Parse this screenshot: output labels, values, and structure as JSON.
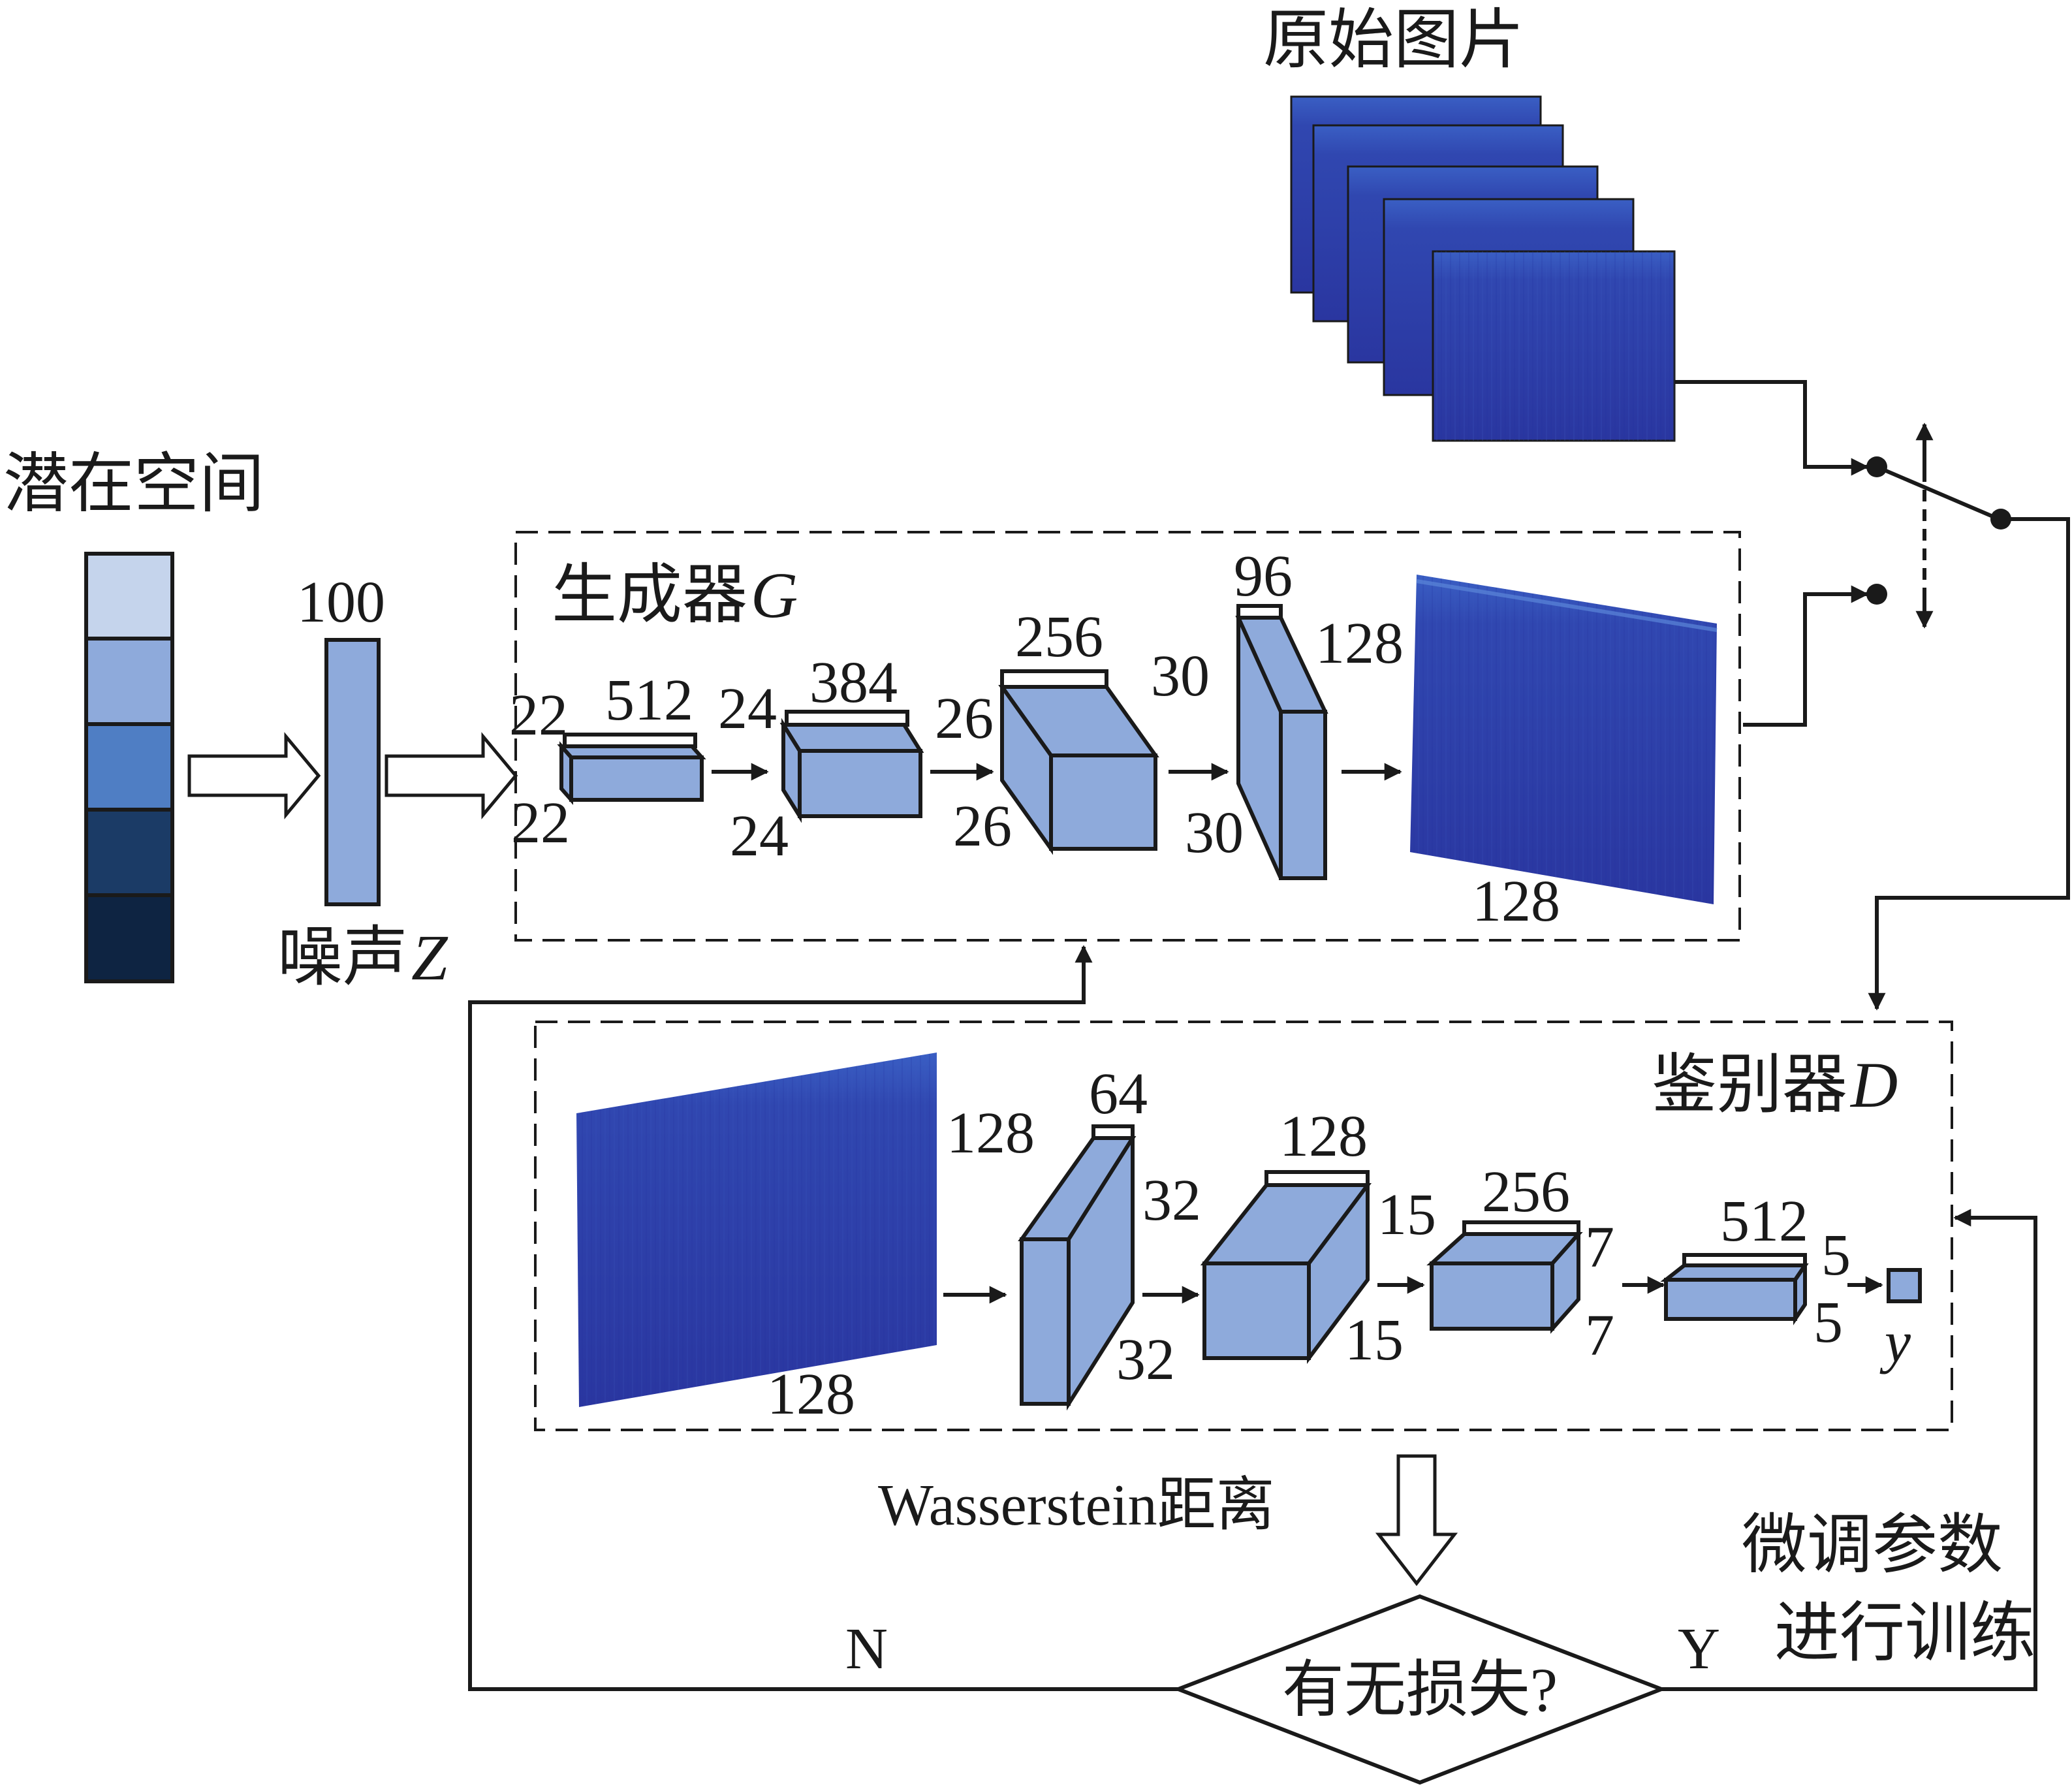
{
  "latent": {
    "title": "潜在空间",
    "swatches": [
      "#c5d4ec",
      "#8eaadb",
      "#4f7ec4",
      "#1b3b66",
      "#0e2442"
    ]
  },
  "noise": {
    "size": "100",
    "label_cn": "噪声",
    "label_var": "Z"
  },
  "real_images": {
    "title": "原始图片"
  },
  "generator": {
    "title_cn": "生成器",
    "title_var": "G",
    "layers": [
      {
        "depth": "512",
        "h": "22",
        "w": "22"
      },
      {
        "depth": "384",
        "h": "24",
        "w": "24"
      },
      {
        "depth": "256",
        "h": "26",
        "w": "26"
      },
      {
        "depth": "96",
        "h": "30",
        "w": "30"
      }
    ],
    "output": {
      "h": "128",
      "w": "128"
    }
  },
  "discriminator": {
    "title_cn": "鉴别器",
    "title_var": "D",
    "input": {
      "h": "128",
      "w": "128"
    },
    "layers": [
      {
        "depth": "64",
        "h": "32",
        "w": "32"
      },
      {
        "depth": "128",
        "h": "15",
        "w": "15"
      },
      {
        "depth": "256",
        "h": "7",
        "w": "7"
      },
      {
        "depth": "512",
        "h": "5",
        "w": "5"
      }
    ],
    "output": "y"
  },
  "loss": {
    "distance": "Wasserstein距离",
    "question": "有无损失?",
    "yes": "Y",
    "no": "N",
    "yes_action_line1": "微调参数",
    "yes_action_line2": "进行训练"
  },
  "colors": {
    "cube": "#8eaadb",
    "spectrogram": "#2e3fa6",
    "spectrogram_line": "#4a6fc7"
  }
}
